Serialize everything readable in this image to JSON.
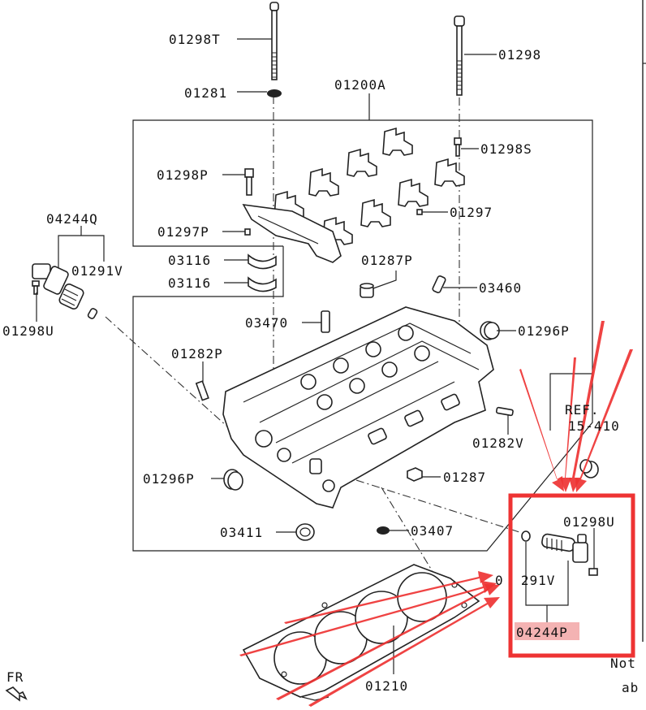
{
  "labels": {
    "p01298T": "01298T",
    "p01298": "01298",
    "p01281": "01281",
    "p01200A": "01200A",
    "p01298S": "01298S",
    "p01298P": "01298P",
    "p01297": "01297",
    "p04244Q": "04244Q",
    "p01297P": "01297P",
    "p01291V_left": "01291V",
    "p03116_a": "03116",
    "p03116_b": "03116",
    "p01287P": "01287P",
    "p03460": "03460",
    "p01298U_left": "01298U",
    "p03470": "03470",
    "p01296P_right": "01296P",
    "p01282P": "01282P",
    "p01282V": "01282V",
    "p01296P_left": "01296P",
    "p01287": "01287",
    "p03411": "03411",
    "p03407": "03407",
    "p01298U_right": "01298U",
    "p0291V": "0  291V",
    "p04244P": "04244P",
    "p01210": "01210",
    "fr": "FR",
    "ref": "REF.",
    "ref_num": "15-410",
    "note_a": "Not",
    "note_b": "ab"
  },
  "colors": {
    "highlight_box": "#ee3333",
    "highlight_label_bg": "#f4b3b3",
    "arrow": "#ee3333"
  }
}
